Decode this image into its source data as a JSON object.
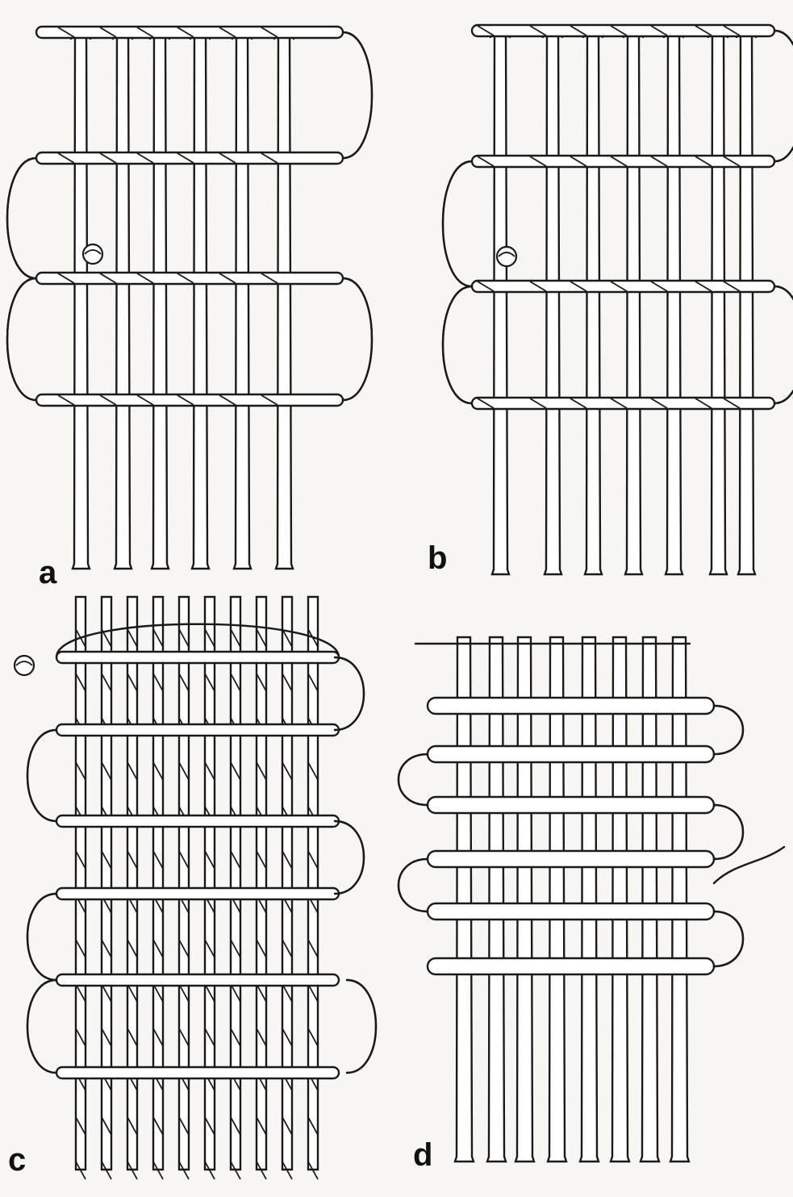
{
  "figure": {
    "panels": [
      {
        "id": "a",
        "label": "a"
      },
      {
        "id": "b",
        "label": "b"
      },
      {
        "id": "c",
        "label": "c"
      },
      {
        "id": "d",
        "label": "d"
      }
    ]
  }
}
